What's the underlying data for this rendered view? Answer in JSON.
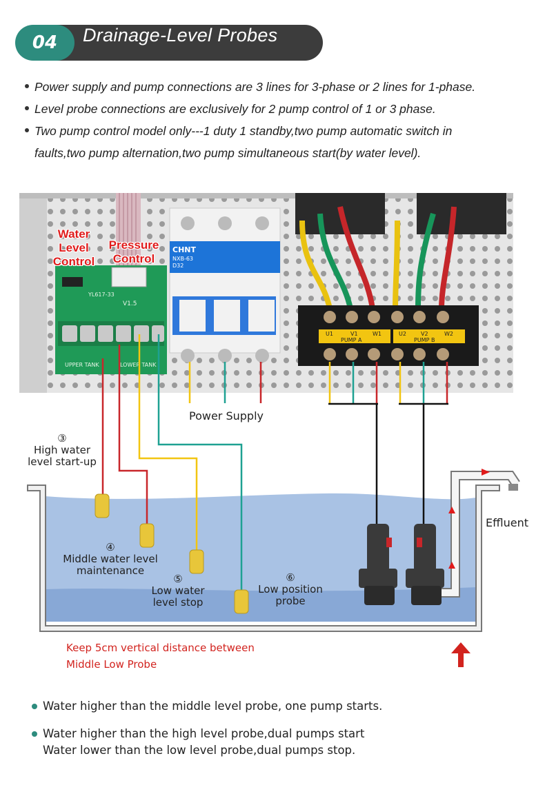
{
  "header": {
    "number": "04",
    "title": "Drainage-Level Probes"
  },
  "bullets": [
    "Power supply and pump connections are 3 lines for 3-phase or 2 lines for 1-phase.",
    "Level probe connections are exclusively for 2 pump control of 1 or 3 phase.",
    "Two pump control model only---1 duty 1 standby,two pump automatic switch in",
    "faults,two pump alternation,two pump simultaneous start(by water level)."
  ],
  "panel": {
    "water_level_control": [
      "Water",
      "Level",
      "Control"
    ],
    "pressure_control": [
      "Pressure",
      "Control"
    ],
    "board_model": "YL617-33",
    "board_version": "V1.5",
    "upper_tank": "UPPER TANK",
    "lower_tank": "LOWER TANK",
    "breaker_brand": "CHNT",
    "breaker_model": "NXB-63",
    "breaker_rating": "D32",
    "terminals": [
      "U1",
      "V1",
      "W1",
      "U2",
      "V2",
      "W2"
    ],
    "pump_a": "PUMP A",
    "pump_b": "PUMP B"
  },
  "labels": {
    "power_supply": "Power Supply",
    "high": {
      "num": "③",
      "line1": "High water",
      "line2": "level start-up"
    },
    "middle": {
      "num": "④",
      "line1": "Middle water level",
      "line2": "maintenance"
    },
    "low": {
      "num": "⑤",
      "line1": "Low water",
      "line2": "level stop"
    },
    "lowpos": {
      "num": "⑥",
      "line1": "Low position",
      "line2": "probe"
    },
    "effluent": "Effluent",
    "note_line1": "Keep 5cm vertical distance between",
    "note_line2": "Middle Low Probe"
  },
  "footer": [
    "Water higher than the middle level probe, one pump starts.",
    "Water higher than the high level probe,dual pumps start",
    "Water lower than the low level probe,dual pumps stop."
  ],
  "colors": {
    "accent": "#2d8c7e",
    "header_bg": "#3c3c3c",
    "red": "#d2231e",
    "yellow": "#f2c511",
    "teal": "#1ea192",
    "wire_red": "#c8262a",
    "water": "#a9c2e4"
  }
}
